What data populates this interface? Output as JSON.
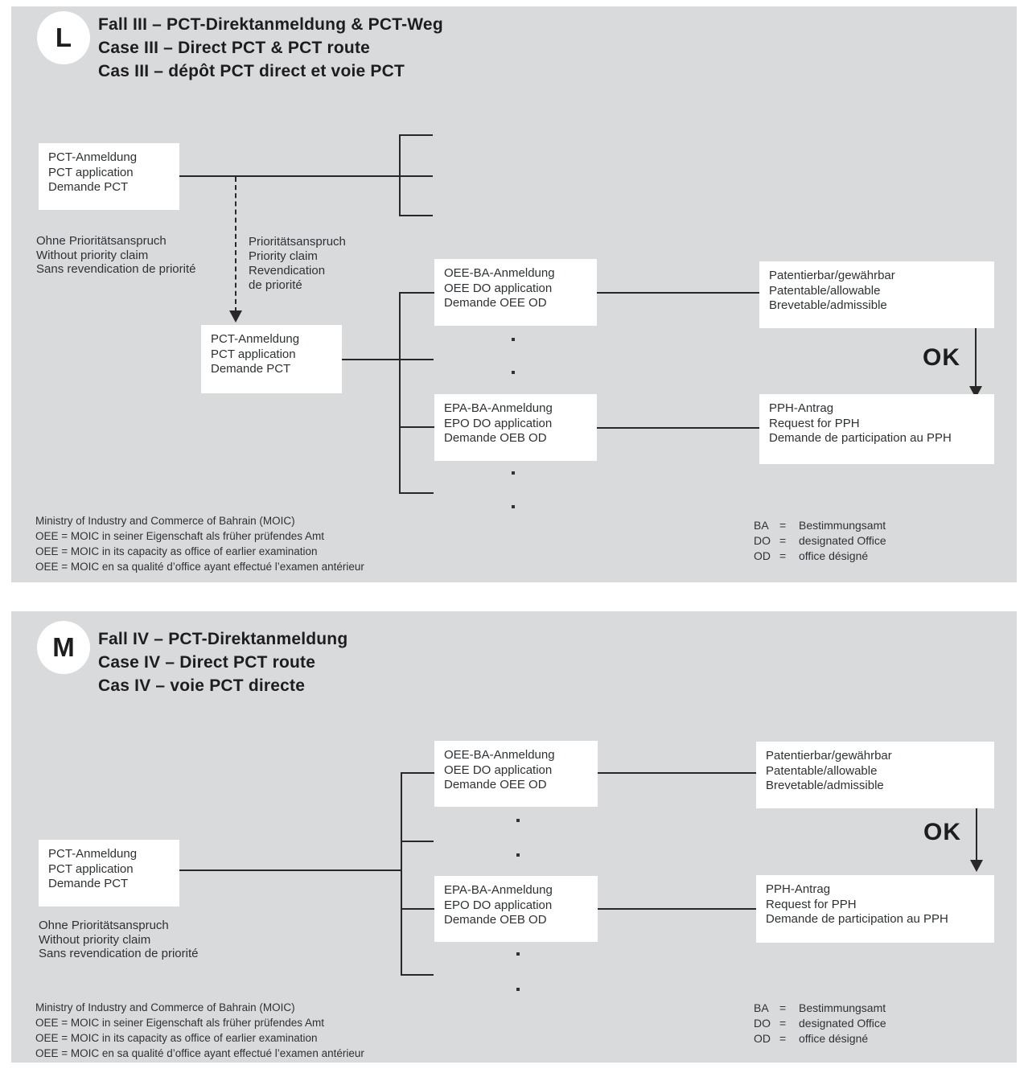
{
  "colors": {
    "panel_background": "#d9dadc",
    "box_background": "#ffffff",
    "line": "#2a2729",
    "text": "#2e3133"
  },
  "panel_l": {
    "badge": "L",
    "title": [
      "Fall III – PCT-Direktanmeldung & PCT-Weg",
      "Case III – Direct PCT & PCT route",
      "Cas III – dépôt PCT direct et voie PCT"
    ],
    "pct_box_top": [
      "PCT-Anmeldung",
      "PCT application",
      "Demande PCT"
    ],
    "without_priority": [
      "Ohne Prioritätsanspruch",
      "Without priority claim",
      "Sans revendication de priorité"
    ],
    "priority_claim": [
      "Prioritätsanspruch",
      "Priority claim",
      "Revendication",
      "de priorité"
    ],
    "pct_box_second": [
      "PCT-Anmeldung",
      "PCT application",
      "Demande PCT"
    ],
    "oee_do_box": [
      "OEE-BA-Anmeldung",
      "OEE DO application",
      "Demande OEE OD"
    ],
    "epo_do_box": [
      "EPA-BA-Anmeldung",
      "EPO DO application",
      "Demande OEB OD"
    ],
    "patentable_box": [
      "Patentierbar/gewährbar",
      "Patentable/allowable",
      "Brevetable/admissible"
    ],
    "ok_label": "OK",
    "pph_box": [
      "PPH-Antrag",
      "Request for PPH",
      "Demande de participation au PPH"
    ],
    "footnotes": [
      "Ministry of Industry and Commerce of Bahrain (MOIC)",
      "OEE = MOIC in seiner Eigenschaft als früher prüfendes Amt",
      "OEE = MOIC in its capacity as office of earlier examination",
      "OEE = MOIC en sa qualité d’office ayant effectué l’examen antérieur"
    ],
    "legend": [
      {
        "abbr": "BA",
        "eq": "=",
        "label": "Bestimmungsamt"
      },
      {
        "abbr": "DO",
        "eq": "=",
        "label": "designated Office"
      },
      {
        "abbr": "OD",
        "eq": "=",
        "label": "office désigné"
      }
    ]
  },
  "panel_m": {
    "badge": "M",
    "title": [
      "Fall IV – PCT-Direktanmeldung",
      "Case IV – Direct PCT route",
      "Cas IV – voie PCT directe"
    ],
    "pct_box": [
      "PCT-Anmeldung",
      "PCT application",
      "Demande PCT"
    ],
    "without_priority": [
      "Ohne Prioritätsanspruch",
      "Without priority claim",
      "Sans revendication de priorité"
    ],
    "oee_do_box": [
      "OEE-BA-Anmeldung",
      "OEE DO application",
      "Demande OEE OD"
    ],
    "epo_do_box": [
      "EPA-BA-Anmeldung",
      "EPO DO application",
      "Demande OEB OD"
    ],
    "patentable_box": [
      "Patentierbar/gewährbar",
      "Patentable/allowable",
      "Brevetable/admissible"
    ],
    "ok_label": "OK",
    "pph_box": [
      "PPH-Antrag",
      "Request for PPH",
      "Demande de participation au PPH"
    ],
    "footnotes": [
      "Ministry of Industry and Commerce of Bahrain (MOIC)",
      "OEE = MOIC in seiner Eigenschaft als früher prüfendes Amt",
      "OEE = MOIC in its capacity as office of earlier examination",
      "OEE = MOIC en sa qualité d’office ayant effectué l’examen antérieur"
    ],
    "legend": [
      {
        "abbr": "BA",
        "eq": "=",
        "label": "Bestimmungsamt"
      },
      {
        "abbr": "DO",
        "eq": "=",
        "label": "designated Office"
      },
      {
        "abbr": "OD",
        "eq": "=",
        "label": "office désigné"
      }
    ]
  }
}
